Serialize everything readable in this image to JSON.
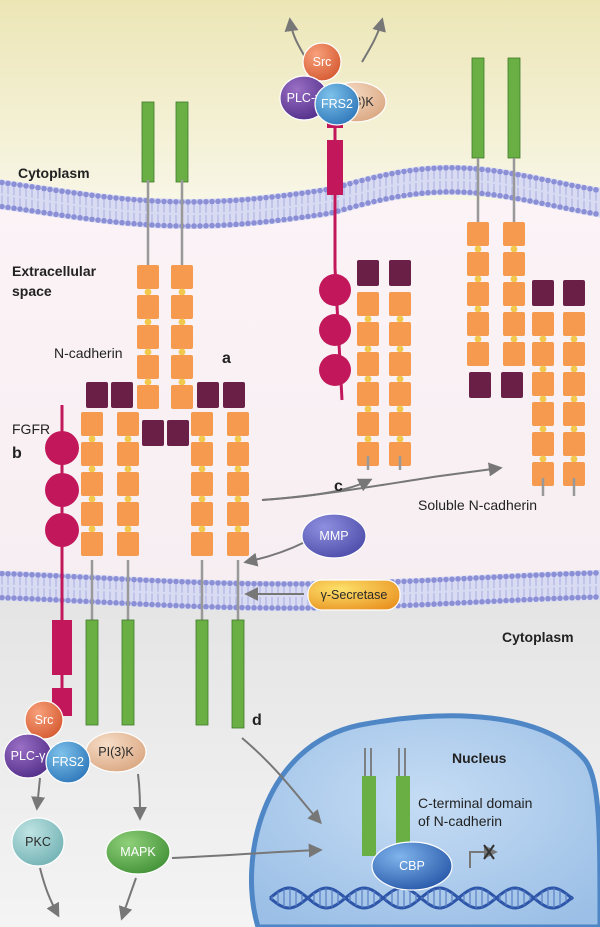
{
  "labels": {
    "cytoplasm_top": "Cytoplasm",
    "extracellular_line1": "Extracellular",
    "extracellular_line2": "space",
    "n_cadherin": "N-cadherin",
    "fgfr": "FGFR",
    "cytoplasm_bottom": "Cytoplasm",
    "soluble_n_cadherin": "Soluble N-cadherin",
    "nucleus": "Nucleus",
    "c_terminal_line1": "C-terminal domain",
    "c_terminal_line2": "of N-cadherin"
  },
  "panel_letters": {
    "a": "a",
    "b": "b",
    "c": "c",
    "d": "d"
  },
  "nodes": {
    "src": "Src",
    "plc": "PLC-γ",
    "frs2": "FRS2",
    "pi3k": "PI(3)K",
    "mmp": "MMP",
    "gamma_secretase": "γ-Secretase",
    "pkc": "PKC",
    "mapk": "MAPK",
    "cbp": "CBP"
  },
  "colors": {
    "cadherin_domain": "#f59a4e",
    "cadherin_cap": "#6a1f47",
    "transmembrane": "#6aaf44",
    "fgfr_receptor": "#c2185b",
    "linker_dot": "#f2c94c",
    "membrane_lipid": "#8a8fd6",
    "nucleus_fill": "#a9c9ec",
    "nucleus_border": "#4e86c6",
    "dna": "#2d55a8",
    "arrow": "#777777"
  }
}
